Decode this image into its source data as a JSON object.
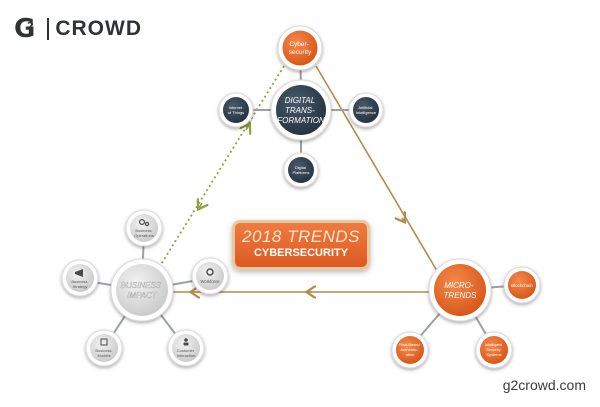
{
  "brand": {
    "g_mark": "G",
    "superscript": "2",
    "name": "CROWD"
  },
  "center": {
    "line1": "2018 TRENDS",
    "line2": "CYBERSECURITY"
  },
  "footer": "g2crowd.com",
  "colors": {
    "orange": "#e8672c",
    "dark": "#2c3e50",
    "grey": "#d6d6d6",
    "connector": "#b58a4a",
    "dotted": "#8aa33a"
  },
  "nodes": {
    "cybersecurity": {
      "lines": [
        "Cyber-",
        "security"
      ]
    },
    "digital": {
      "lines": [
        "DIGITAL",
        "TRANS-",
        "FORMATION"
      ]
    },
    "iot": {
      "lines": [
        "Internet",
        "of Things"
      ]
    },
    "ai": {
      "lines": [
        "Artificial",
        "Intelligence"
      ]
    },
    "platforms": {
      "lines": [
        "Digital",
        "Platforms"
      ]
    },
    "business_impact": {
      "lines": [
        "BUSINESS",
        "IMPACT"
      ]
    },
    "business_operations": {
      "lines": [
        "Business",
        "Operations"
      ],
      "icon": "gears-icon"
    },
    "business_strategy": {
      "lines": [
        "Business",
        "Strategy"
      ],
      "icon": "megaphone-icon"
    },
    "workforce": {
      "lines": [
        "Workforce"
      ],
      "icon": "settings-icon"
    },
    "business_models": {
      "lines": [
        "Business",
        "Models"
      ],
      "icon": "building-icon"
    },
    "customer_interaction": {
      "lines": [
        "Customer",
        "Interaction"
      ],
      "icon": "person-icon"
    },
    "micro_trends": {
      "lines": [
        "MICRO-",
        "TRENDS"
      ]
    },
    "blockchain": {
      "lines": [
        "Blockchain"
      ]
    },
    "risk_based": {
      "lines": [
        "Risk-Based",
        "Authentic-",
        "ation"
      ]
    },
    "intelligent": {
      "lines": [
        "Intelligent",
        "Security",
        "Systems"
      ]
    }
  }
}
